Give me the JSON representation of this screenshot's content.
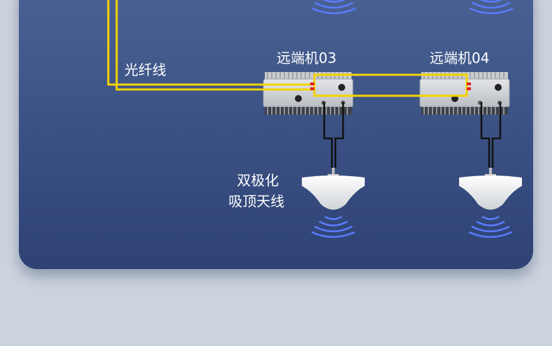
{
  "labels": {
    "fiber": "光纤线",
    "remote03": "远端机03",
    "remote04": "远端机04",
    "antenna_line1": "双极化",
    "antenna_line2": "吸顶天线"
  },
  "colors": {
    "fiber": "#f5d400",
    "cable": "#111111",
    "wave": "#5b7cff"
  }
}
